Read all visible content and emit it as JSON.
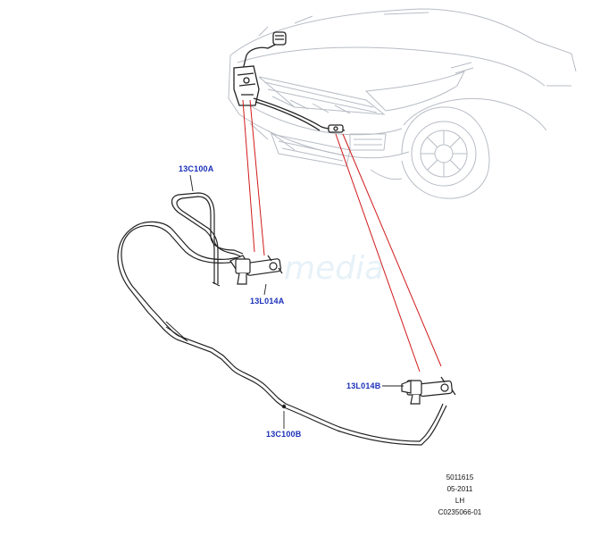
{
  "callouts": {
    "hose_upper": "13C100A",
    "jet_left": "13L014A",
    "jet_right": "13L014B",
    "hose_lower": "13C100B"
  },
  "watermark": "media",
  "footer": {
    "line1": "5011615",
    "line2": "05-2011",
    "line3": "LH",
    "line4": "C0235066-01"
  },
  "colors": {
    "callout": "#1a2fb8",
    "leader": "#d11a1a",
    "outline": "#b7bcc4",
    "part": "#222222"
  }
}
